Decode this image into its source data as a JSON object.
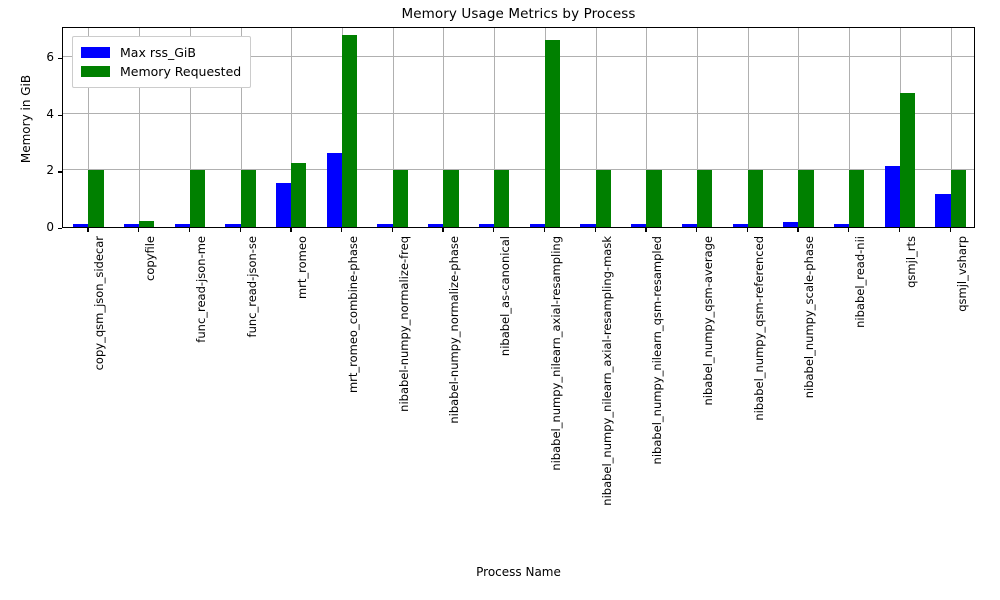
{
  "chart_data": {
    "type": "bar",
    "title": "Memory Usage Metrics by Process",
    "xlabel": "Process Name",
    "ylabel": "Memory in GiB",
    "ylim": [
      0,
      7.1
    ],
    "yticks": [
      0,
      2,
      4,
      6
    ],
    "grid": true,
    "legend_position": "upper left",
    "categories": [
      "copy_qsm_json_sidecar",
      "copyfile",
      "func_read-json-me",
      "func_read-json-se",
      "mrt_romeo",
      "mrt_romeo_combine-phase",
      "nibabel-numpy_normalize-freq",
      "nibabel-numpy_normalize-phase",
      "nibabel_as-canonical",
      "nibabel_numpy_nilearn_axial-resampling",
      "nibabel_numpy_nilearn_axial-resampling-mask",
      "nibabel_numpy_nilearn_qsm-resampled",
      "nibabel_numpy_qsm-average",
      "nibabel_numpy_qsm-referenced",
      "nibabel_numpy_scale-phase",
      "nibabel_read-nii",
      "qsmjl_rts",
      "qsmjl_vsharp"
    ],
    "series": [
      {
        "name": "Max rss_GiB",
        "color": "#0000ff",
        "values": [
          0.11,
          0.11,
          0.11,
          0.11,
          1.57,
          2.63,
          0.11,
          0.11,
          0.11,
          0.11,
          0.11,
          0.11,
          0.11,
          0.11,
          0.19,
          0.11,
          2.15,
          1.18
        ]
      },
      {
        "name": "Memory Requested",
        "color": "#008000",
        "values": [
          2.0,
          0.2,
          2.0,
          2.0,
          2.27,
          6.8,
          2.0,
          2.0,
          2.0,
          6.6,
          2.0,
          2.0,
          2.0,
          2.0,
          2.0,
          2.0,
          4.72,
          2.0
        ]
      }
    ]
  }
}
